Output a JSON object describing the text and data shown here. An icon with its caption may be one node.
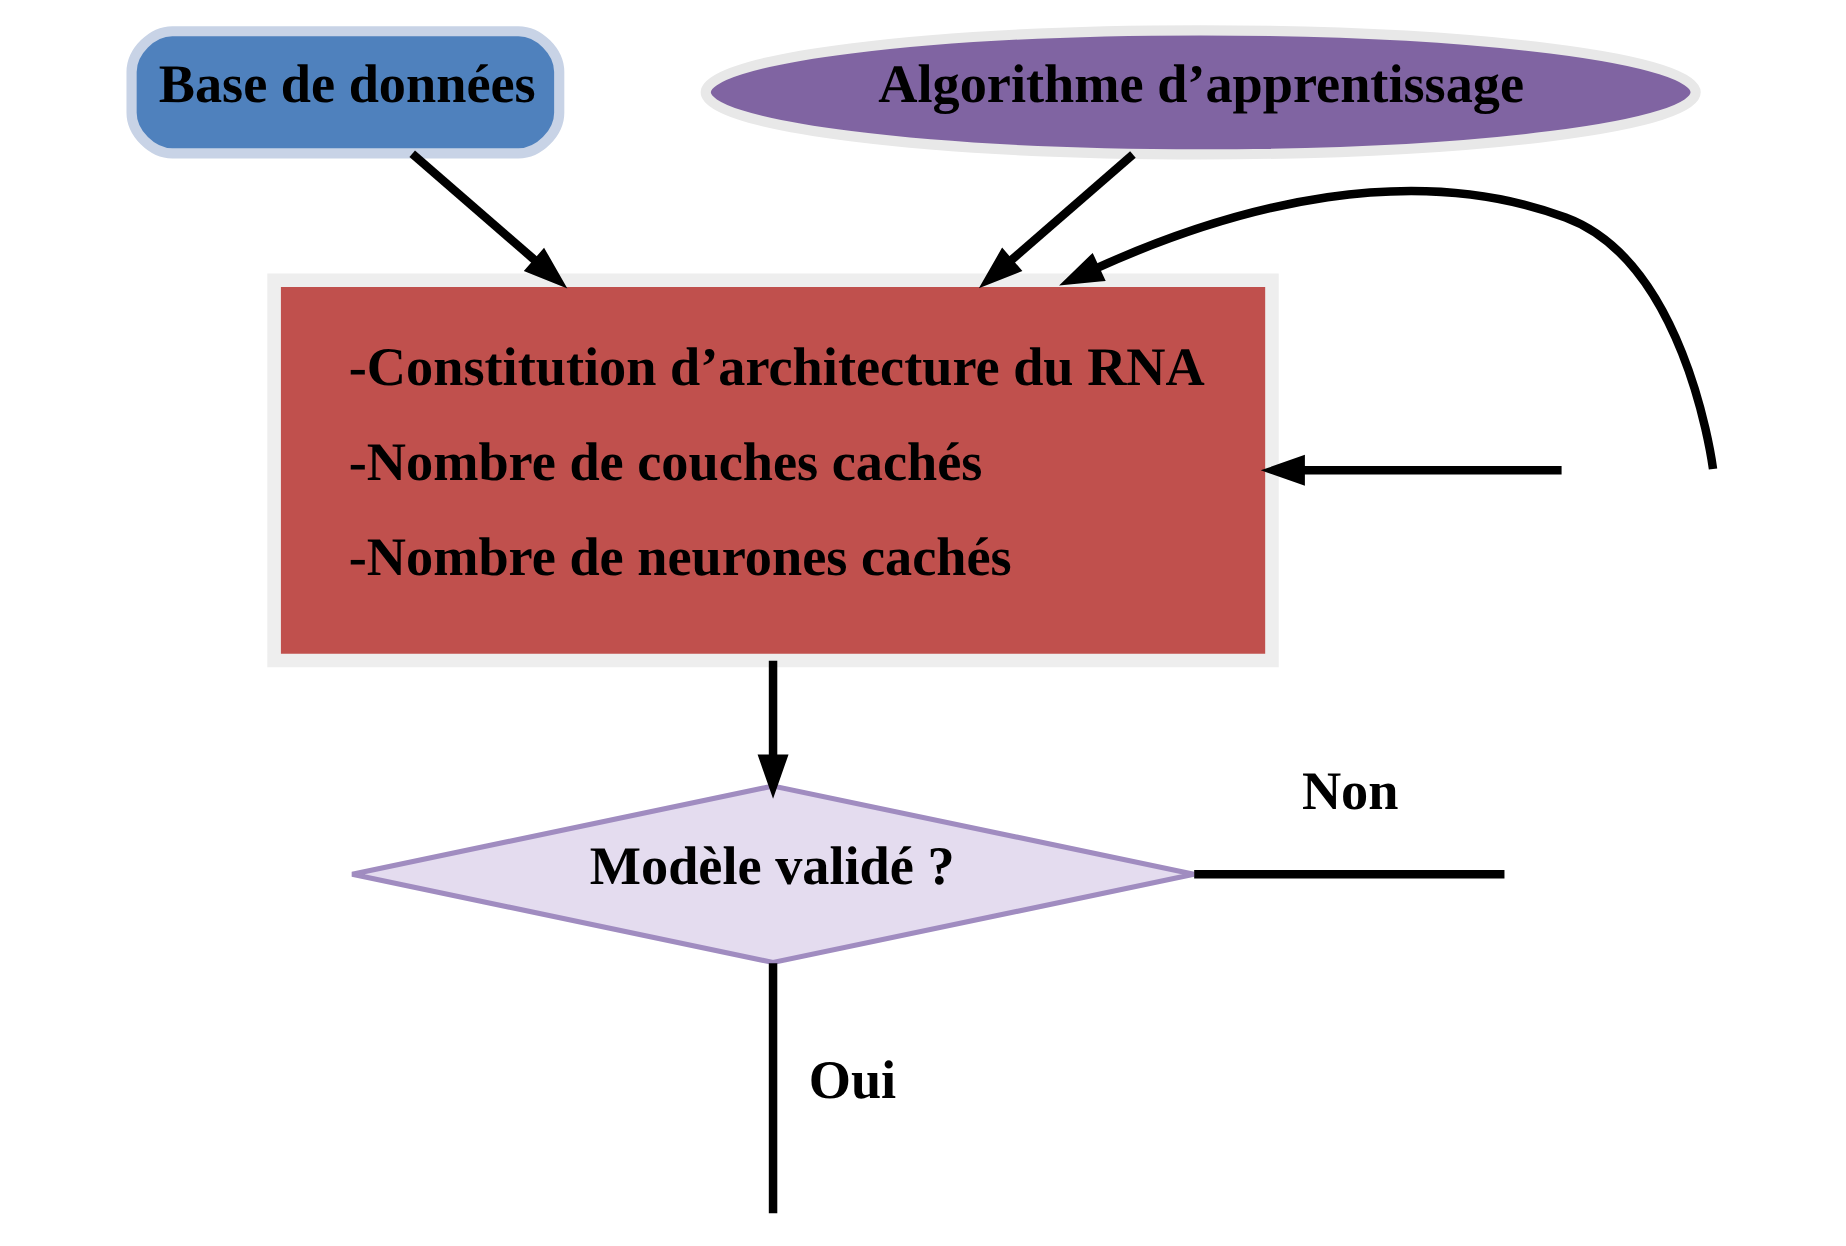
{
  "diagram": {
    "nodes": [
      {
        "text": [
          "Base de données"
        ]
      },
      {
        "text": [
          "Algorithme d’apprentissage"
        ]
      },
      {
        "text": [
          "-Constitution d’architecture du RNA",
          "-Nombre de couches cachés",
          "-Nombre de neurones cachés"
        ]
      },
      {
        "text": [
          "Modèle validé ?"
        ]
      }
    ],
    "edges": [
      {
        "from": 0,
        "to": 2,
        "arrow": "to"
      },
      {
        "from": 1,
        "to": 2,
        "arrow": "to"
      },
      {
        "from": null,
        "to": 2,
        "arrow": "to"
      },
      {
        "from": null,
        "to": 2,
        "arrow": "to"
      },
      {
        "from": 2,
        "to": 3,
        "arrow": "to"
      },
      {
        "from": 3,
        "to": null,
        "label": "Non",
        "arrow": "none"
      },
      {
        "from": 3,
        "to": null,
        "label": "Oui",
        "arrow": "none"
      }
    ]
  }
}
